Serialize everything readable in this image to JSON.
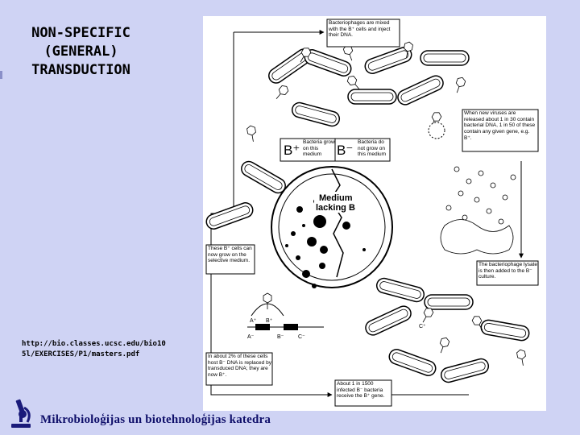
{
  "title": {
    "lines": [
      "NON-SPECIFIC",
      "(GENERAL)",
      "TRANSDUCTION"
    ]
  },
  "source_url": "http://bio.classes.ucsc.edu/bio105l/EXERCISES/P1/masters.pdf",
  "footer": {
    "department": "Mikrobioloģijas un biotehnoloģijas katedra",
    "logo_icon": "microscope-icon"
  },
  "figure": {
    "callouts": {
      "mixed": "Bacteriophages are mixed with the B⁺ cells and inject their DNA.",
      "released": "When new viruses are released about 1 in 30 contain bacterial DNA, 1 in 50 of these contain any given gene, e.g. B⁺.",
      "grow_on": "Bacteria grow on this medium",
      "not_grow": "Bacteria do not grow on this medium",
      "these_cells": "These B⁺ cells can now grow on the selective medium.",
      "lysate": "The bacteriophage lysate is then added to the B⁻ culture.",
      "two_percent": "In about 2% of these cells host B⁻ DNA is replaced by transduced DNA; they are now B⁺.",
      "one_in_1500": "About 1 in 1500 infected B⁻ bacteria receive the B⁺ gene."
    },
    "big_labels": {
      "b_plus": "B⁺",
      "b_minus": "B⁻"
    },
    "medium_label": {
      "line1": "Medium",
      "line2": "lacking B"
    },
    "gene_labels": {
      "a_plus": "A⁺",
      "b_plus": "B⁺",
      "c_plus": "C⁺",
      "a_minus": "A⁻",
      "b_minus": "B⁻",
      "c_minus": "C⁻"
    }
  }
}
